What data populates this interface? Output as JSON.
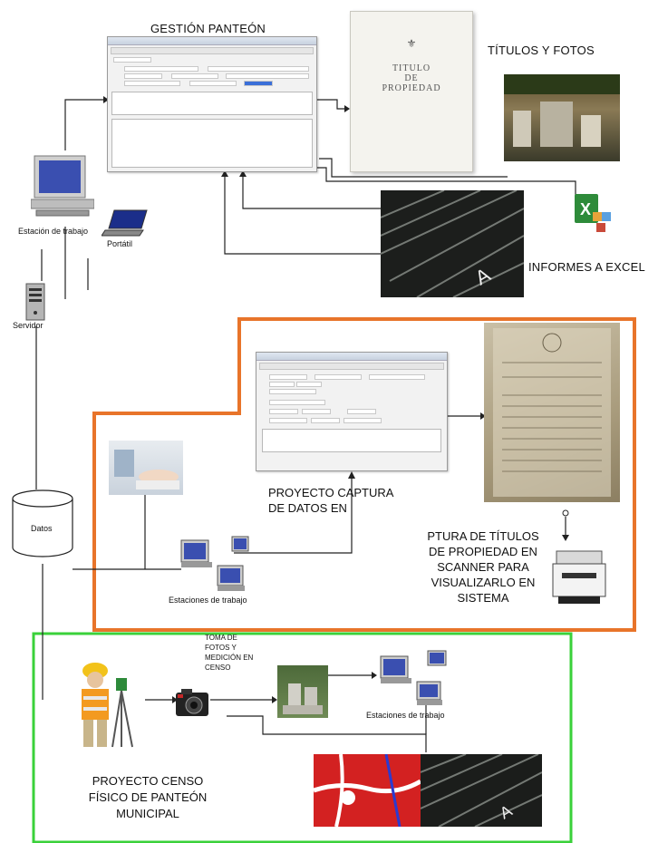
{
  "diagram": {
    "gestion_title": "GESTIÓN PANTEÓN",
    "titulos_fotos": "TÍTULOS Y FOTOS",
    "informes_excel": "INFORMES A EXCEL",
    "estacion_trabajo": "Estación de trabajo",
    "portatil": "Portátil",
    "servidor": "Servidor",
    "datos": "Datos",
    "estaciones_trabajo_1": "Estaciones de trabajo",
    "estaciones_trabajo_2": "Estaciones de trabajo",
    "proyecto_captura_line1": "PROYECTO CAPTURA",
    "proyecto_captura_line2": "DE DATOS EN",
    "captura_titulos_line1": "PTURA DE TÍTULOS",
    "captura_titulos_line2": "DE PROPIEDAD  EN",
    "captura_titulos_line3": "SCANNER PARA",
    "captura_titulos_line4": "VISUALIZARLO EN",
    "captura_titulos_line5": "SISTEMA",
    "toma_fotos_line1": "TOMA DE",
    "toma_fotos_line2": "FOTOS Y",
    "toma_fotos_line3": "MEDICIÓN EN",
    "toma_fotos_line4": "CENSO",
    "proyecto_censo_line1": "PROYECTO CENSO",
    "proyecto_censo_line2": "FÍSICO DE PANTEÓN",
    "proyecto_censo_line3": "MUNICIPAL",
    "titulo_doc_line1": "TITULO",
    "titulo_doc_line2": "DE",
    "titulo_doc_line3": "PROPIEDAD"
  },
  "colors": {
    "orange_frame": "#e8742a",
    "green_frame": "#3ad13a",
    "wire": "#222222"
  },
  "icons": [
    "workstation-icon",
    "laptop-icon",
    "server-icon",
    "database-icon",
    "excel-icon",
    "camera-icon",
    "scanner-icon",
    "surveyor-icon"
  ]
}
